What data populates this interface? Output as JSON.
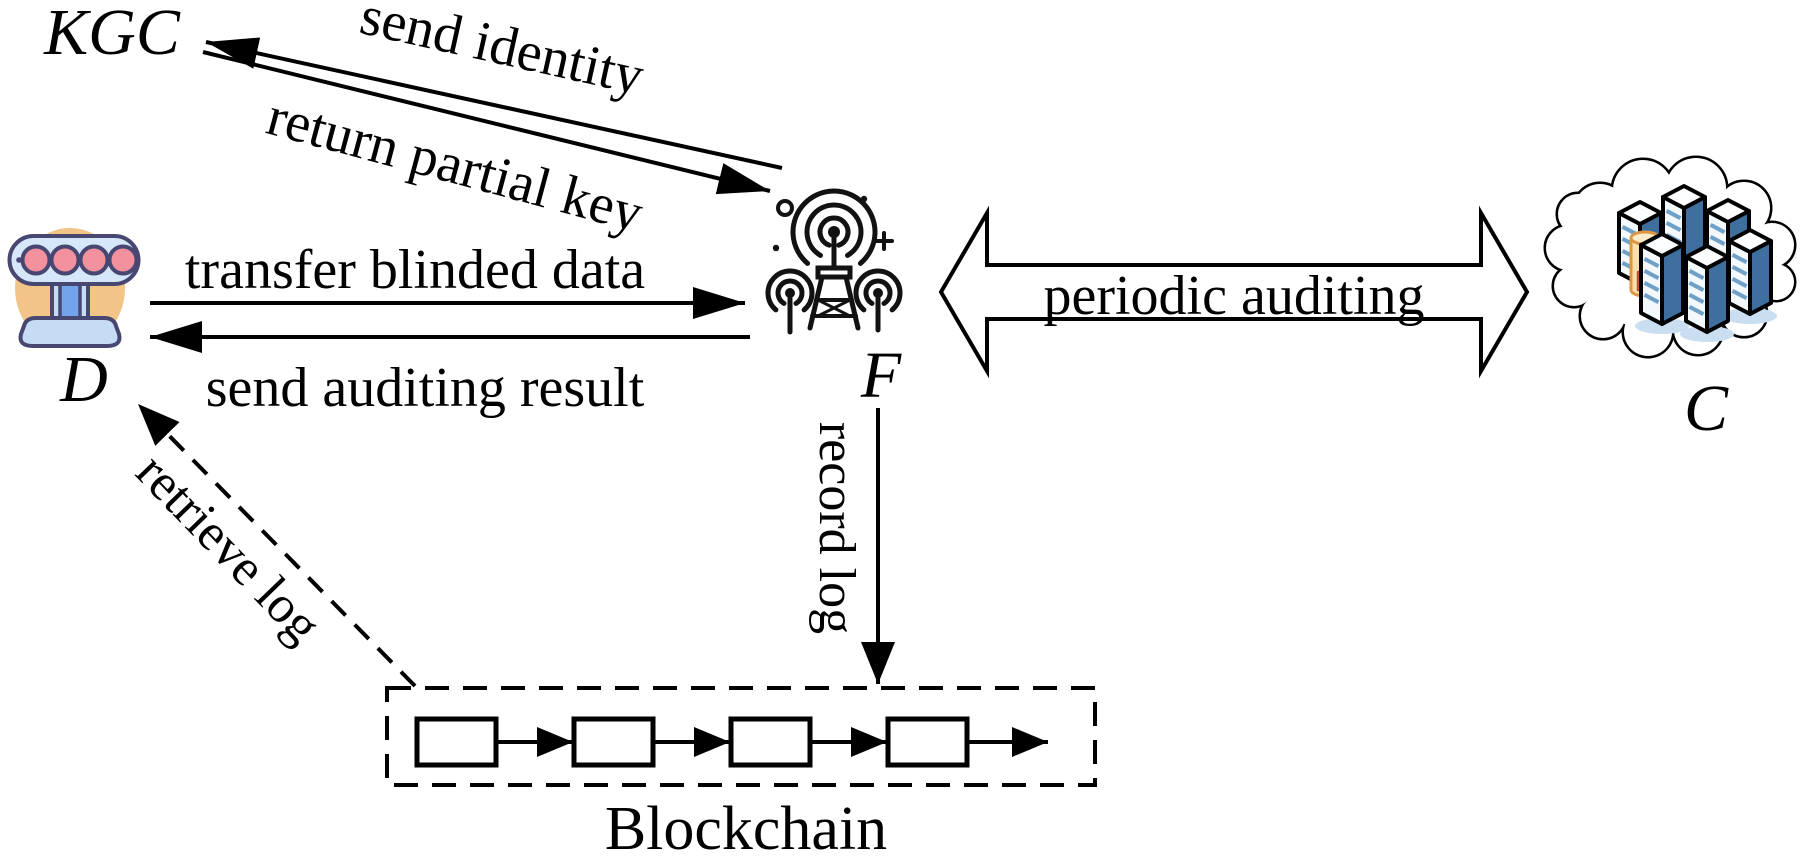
{
  "figure": {
    "background": "#ffffff",
    "ink": "#000000",
    "type": "system-architecture-diagram"
  },
  "nodes": {
    "kgc": {
      "label": "KGC"
    },
    "device": {
      "label": "D",
      "icon": "surveillance-device-icon"
    },
    "fog": {
      "label": "F",
      "icon": "radio-tower-icon"
    },
    "cloud": {
      "label": "C",
      "icon": "cloud-servers-icon"
    },
    "blockchain": {
      "label": "Blockchain",
      "block_count": 4
    }
  },
  "edges": [
    {
      "label": "send identity",
      "from": "fog",
      "to": "kgc",
      "line": "solid-arrow"
    },
    {
      "label": "return partial key",
      "from": "kgc",
      "to": "fog",
      "line": "solid-arrow"
    },
    {
      "label": "transfer blinded data",
      "from": "device",
      "to": "fog",
      "line": "solid-arrow"
    },
    {
      "label": "send auditing result",
      "from": "fog",
      "to": "device",
      "line": "solid-arrow"
    },
    {
      "label": "periodic auditing",
      "from": "fog",
      "to": "cloud",
      "line": "hollow-double-arrow"
    },
    {
      "label": "record log",
      "from": "fog",
      "to": "blockchain",
      "line": "solid-arrow"
    },
    {
      "label": "retrieve log",
      "from": "blockchain",
      "to": "device",
      "line": "dashed-arrow"
    }
  ],
  "colors": {
    "outline_navy": "#474771",
    "device_circle_tan": "#F2C488",
    "device_body_blue": "#D5E7F8",
    "device_dot_pink": "#F4919E",
    "device_column_blue": "#73A4EB",
    "server_face_blue": "#3E6F9F",
    "server_stripe_blue": "#6FA0C8",
    "cylinder_tan": "#F8DFAE",
    "cylinder_door_orange": "#F2A96B",
    "shadow_blue": "#C9DEF0"
  }
}
